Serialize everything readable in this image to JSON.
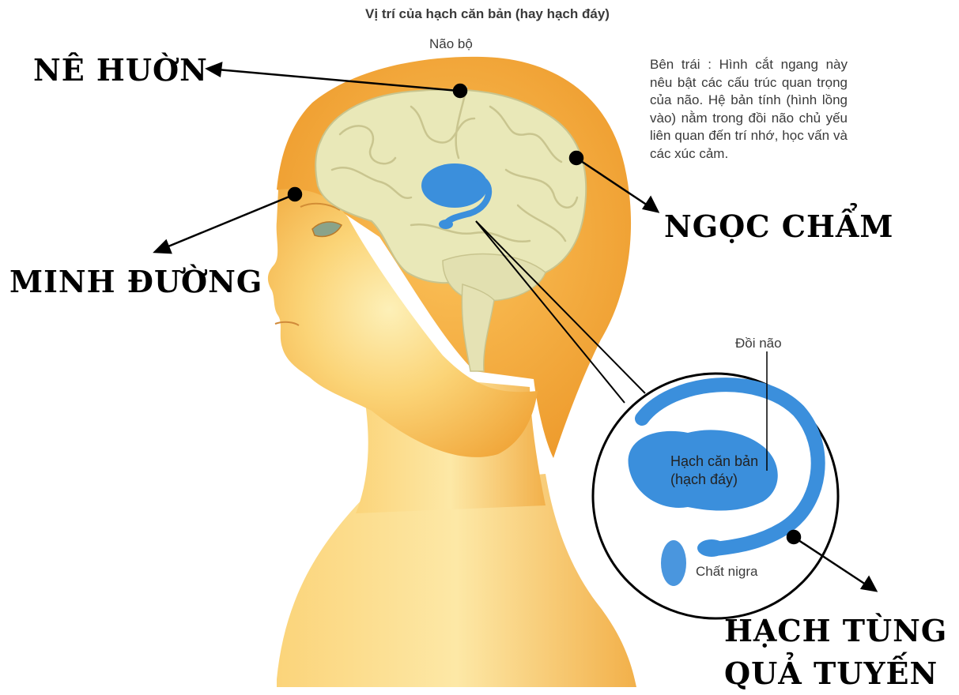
{
  "title": "Vị trí của hạch căn bản (hay hạch đáy)",
  "labels": {
    "nao_bo": "Não bộ",
    "doi_nao": "Đồi não",
    "hach_can_ban_line1": "Hạch căn bản",
    "hach_can_ban_line2": "(hạch đáy)",
    "chat_nigra": "Chất nigra"
  },
  "description": "Bên trái : Hình cắt ngang này nêu bật các cấu trúc quan trọng của não. Hệ bản tính (hình lồng vào) nằm trong đồi não chủ yếu liên quan đến trí nhớ, học vấn và các xúc cảm.",
  "annotations": {
    "ne_huon": "NÊ HUỜN",
    "minh_duong": "MINH ĐƯỜNG",
    "ngoc_cham": "NGỌC CHẨM",
    "hach_tung_line1": "HẠCH TÙNG",
    "hach_tung_line2": "QUẢ TUYẾN"
  },
  "colors": {
    "skin": "#f4b042",
    "skin_light": "#fde7a8",
    "brain": "#e9e8b8",
    "blue": "#3b8fdc",
    "line": "#000000"
  }
}
